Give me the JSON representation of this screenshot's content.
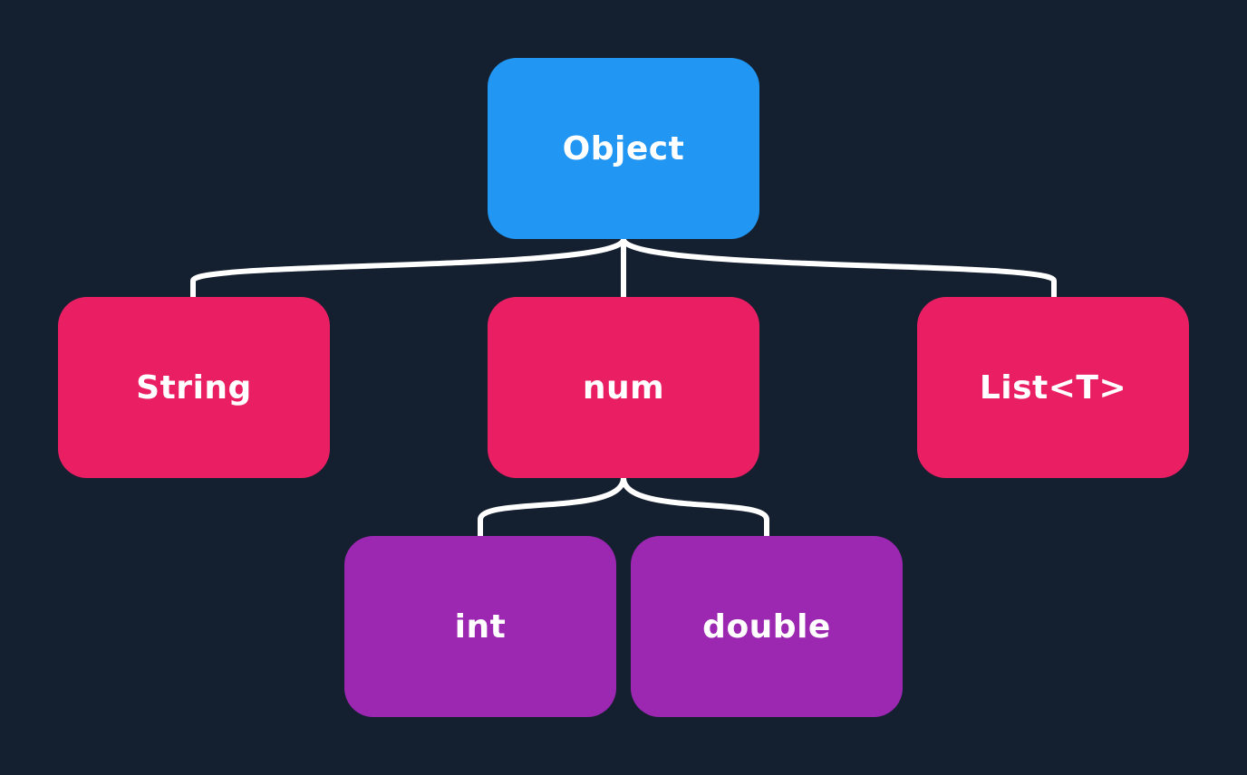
{
  "nodes": {
    "object": {
      "label": "Object",
      "color": "#2196f3"
    },
    "string": {
      "label": "String",
      "color": "#e91e63"
    },
    "num": {
      "label": "num",
      "color": "#e91e63"
    },
    "list": {
      "label": "List<T>",
      "color": "#e91e63"
    },
    "int": {
      "label": "int",
      "color": "#9c27b0"
    },
    "double": {
      "label": "double",
      "color": "#9c27b0"
    }
  },
  "edges": [
    {
      "from": "object",
      "to": "string"
    },
    {
      "from": "object",
      "to": "num"
    },
    {
      "from": "object",
      "to": "list"
    },
    {
      "from": "num",
      "to": "int"
    },
    {
      "from": "num",
      "to": "double"
    }
  ],
  "colors": {
    "background": "#141f2f",
    "connector": "#ffffff"
  }
}
